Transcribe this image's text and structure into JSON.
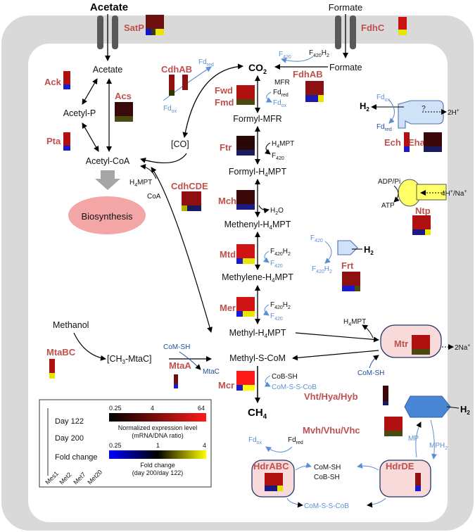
{
  "outer": {
    "acetate": "Acetate",
    "formate": "Formate"
  },
  "metabolites": {
    "acetate": "Acetate",
    "acetyl_p": "Acetyl-P",
    "acetyl_coa": "Acetyl-CoA",
    "co2": "CO",
    "co2_sub": "2",
    "formate": "Formate",
    "co": "[CO]",
    "formyl_mfr": "Formyl-MFR",
    "formyl_h4mpt": "Formyl-H",
    "methenyl": "Methenyl-H",
    "methylene": "Methylene-H",
    "methyl": "Methyl-H",
    "mptsuffix": "MPT",
    "methyl_s_com": "Methyl-S-CoM",
    "ch4": "CH",
    "ch4_sub": "4",
    "methanol": "Methanol",
    "ch3_mtac": "[CH",
    "ch3_mtac_rest": "-MtaC]",
    "biosynthesis": "Biosynthesis",
    "h2": "H",
    "h2_sub": "2"
  },
  "enzymes": {
    "satp": "SatP",
    "fdhc": "FdhC",
    "ack": "Ack",
    "acs": "Acs",
    "pta": "Pta",
    "cdhab": "CdhAB",
    "fdhab": "FdhAB",
    "fwd": "Fwd",
    "fmd": "Fmd",
    "ftr": "Ftr",
    "cdhcde": "CdhCDE",
    "mch": "Mch",
    "mtd": "Mtd",
    "mer": "Mer",
    "mtabc": "MtaBC",
    "mtaa": "MtaA",
    "mcr": "Mcr",
    "mtr": "Mtr",
    "ech": "Ech",
    "eha": "Eha",
    "ntp": "Ntp",
    "frt": "Frt",
    "vht": "Vht/Hya/Hyb",
    "mvh": "Mvh/Vhu/Vhc",
    "hdrabc": "HdrABC",
    "hdrde": "HdrDE"
  },
  "cofactors": {
    "f420": "F",
    "f420_sub": "420",
    "f420h2_sub": "420",
    "h2_label": "H",
    "h2_label_sub": "2",
    "fd": "Fd",
    "red": "red",
    "ox": "ox",
    "mfr": "MFR",
    "h4mpt": "H",
    "h4mpt_sub": "4",
    "mpt": "MPT",
    "h2o": "H",
    "h2o_rest": "O",
    "h2o_sub": "2",
    "coa": "CoA",
    "com_sh": "CoM-SH",
    "cob_sh": "CoB-SH",
    "com_s_s_cob": "CoM-S-S-CoB",
    "mtac": "MtaC",
    "mp": "MP",
    "mph2": "MPH",
    "mph2_sub": "2",
    "two_h": "2H",
    "plus": "+",
    "adp_pi": "ADP/Pi",
    "atp": "ATP",
    "h_na": "4H",
    "h_na_rest": "/Na",
    "two_na": "2Na",
    "question": "?"
  },
  "legend": {
    "day122": "Day 122",
    "day200": "Day 200",
    "fold_change": "Fold change",
    "expr_min": "0.25",
    "expr_mid": "4",
    "expr_max": "64",
    "expr_title": "Normalized expression level",
    "expr_sub": "(mRNA/DNA ratio)",
    "fold_min": "0.25",
    "fold_mid": "1",
    "fold_max": "4",
    "fold_title": "Fold change",
    "fold_sub": "(day 200/day 122)",
    "samples": [
      "Mes1",
      "Met2",
      "Met7",
      "Met20"
    ]
  },
  "colors": {
    "enzyme": "#c0504d",
    "blue_cofactor": "#5b8fd1",
    "cell_outer": "#d9d9d9",
    "cell_inner": "#ffffff",
    "biosynthesis": "#f4a6a6"
  }
}
